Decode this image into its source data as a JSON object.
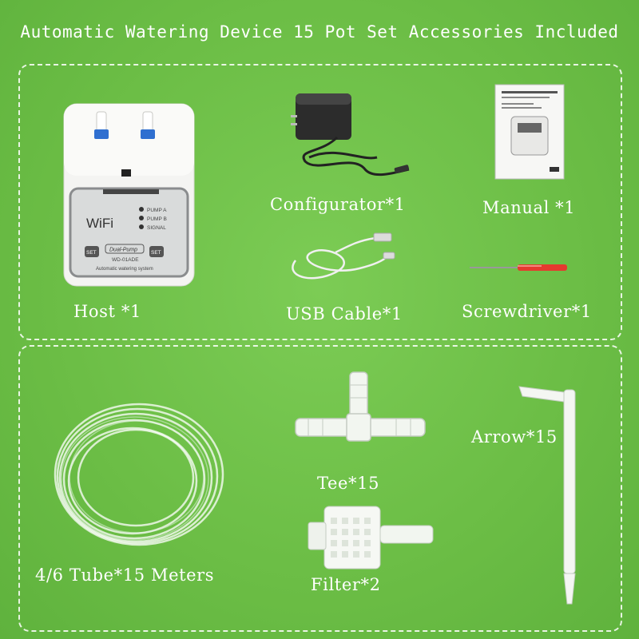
{
  "title": "Automatic Watering Device 15 Pot Set Accessories Included",
  "host": {
    "label": "Host *1",
    "wifi_text": "WiFi",
    "pump_a": "PUMP A",
    "pump_b": "PUMP B",
    "signal": "SIGNAL",
    "set": "SET",
    "dual_pump": "Dual-Pump",
    "model": "WD-01ADE",
    "subtitle": "Automatic watering system"
  },
  "items": {
    "configurator": "Configurator*1",
    "manual": "Manual *1",
    "usb_cable": "USB Cable*1",
    "screwdriver": "Screwdriver*1",
    "tube": "4/6 Tube*15 Meters",
    "tee": "Tee*15",
    "filter": "Filter*2",
    "arrow": "Arrow*15"
  },
  "colors": {
    "background": "#6fc04a",
    "text": "#ffffff",
    "screwdriver_handle": "#e53a2f"
  }
}
